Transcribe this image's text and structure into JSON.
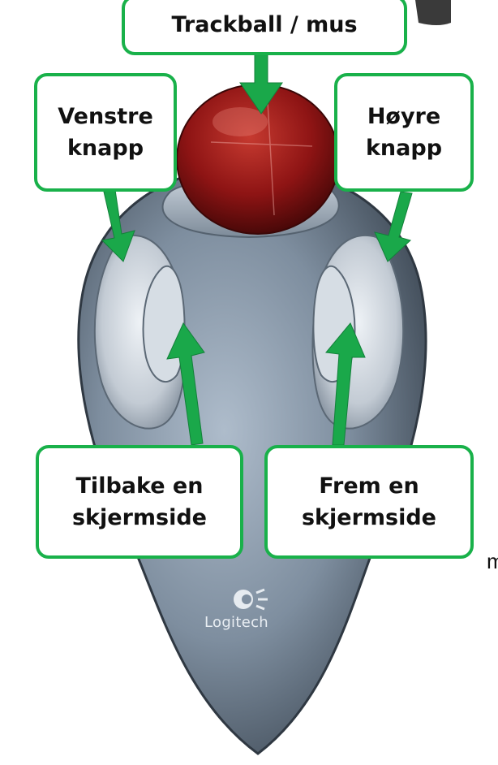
{
  "labels": {
    "trackball": "Trackball / mus",
    "left_button": [
      "Venstre",
      "knapp"
    ],
    "right_button": [
      "Høyre",
      "knapp"
    ],
    "back": [
      "Tilbake en",
      "skjermside"
    ],
    "forward": [
      "Frem en",
      "skjermside"
    ]
  },
  "brand": "Logitech",
  "stray_text": "m",
  "colors": {
    "callout_border": "#19b14a",
    "arrow": "#1aa84a",
    "ball": "#8e1414",
    "body": "#7f8fa0"
  }
}
